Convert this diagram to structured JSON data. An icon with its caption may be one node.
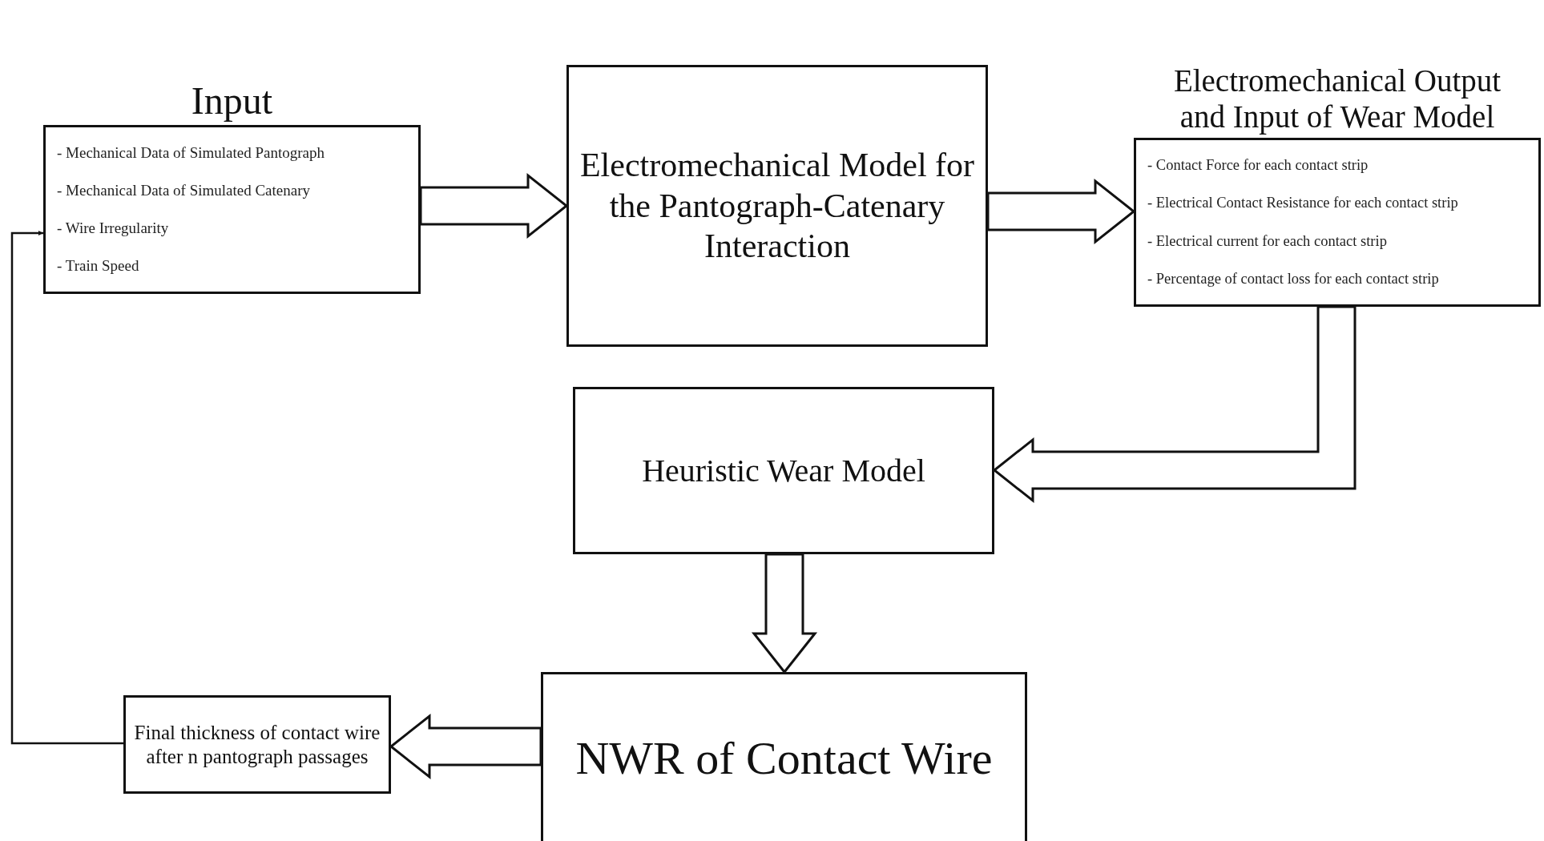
{
  "diagram": {
    "nodes": [
      {
        "text": [
          "Input",
          "- Mechanical Data of Simulated Pantograph",
          "- Mechanical Data of Simulated Catenary",
          "- Wire Irregularity",
          "- Train Speed"
        ]
      },
      {
        "text": [
          "Electromechanical Model for the Pantograph-Catenary Interaction"
        ]
      },
      {
        "text": [
          "Electromechanical Output and Input of Wear Model",
          "- Contact Force for each contact strip",
          "- Electrical Contact Resistance for each contact strip",
          "- Electrical current for each contact strip",
          "- Percentage of contact loss for each contact strip"
        ]
      },
      {
        "text": [
          "Heuristic Wear Model"
        ]
      },
      {
        "text": [
          "NWR of Contact Wire"
        ]
      },
      {
        "text": [
          "Final thickness of contact wire after n pantograph passages"
        ]
      }
    ],
    "edges": [
      {
        "from": 0,
        "to": 1,
        "arrow": "to",
        "style": "thick"
      },
      {
        "from": 1,
        "to": 2,
        "arrow": "to",
        "style": "thick"
      },
      {
        "from": 2,
        "to": 3,
        "arrow": "to",
        "style": "thick"
      },
      {
        "from": 3,
        "to": 4,
        "arrow": "to",
        "style": "thick"
      },
      {
        "from": 4,
        "to": 5,
        "arrow": "to",
        "style": "thick"
      },
      {
        "from": 5,
        "to": 0,
        "arrow": "to"
      }
    ]
  }
}
